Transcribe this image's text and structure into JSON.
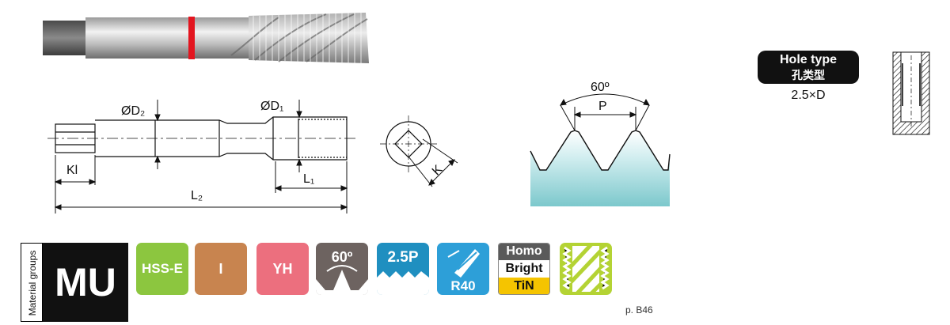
{
  "colors": {
    "hss": "#8cc63f",
    "coating_I": "#c8844f",
    "yh": "#ec6f7e",
    "angle_tile": "#6d6360",
    "pitch_tile": "#1f8fc0",
    "rake_tile": "#2d9fd8",
    "homo_bg": "#5a5a5a",
    "tin_bg": "#f5c400",
    "flute_tile": "#b4d334",
    "red_band": "#e3151f",
    "thread_fill": "#7cc8cc"
  },
  "drawing": {
    "d2_label": "ØD₂",
    "d1_label": "ØD₁",
    "kl_label": "Kl",
    "l1_label": "L₁",
    "l2_label": "L₂",
    "k_label": "K"
  },
  "thread_profile": {
    "angle_label": "60º",
    "pitch_label": "P"
  },
  "hole_type": {
    "title_en": "Hole type",
    "title_cn": "孔类型",
    "value": "2.5×D"
  },
  "material": {
    "caption": "Material groups",
    "code": "MU"
  },
  "tiles": {
    "hss": "HSS-E",
    "coating": "I",
    "tolerance": "YH",
    "angle": "60º",
    "pitch": "2.5P",
    "rake": "R40",
    "homo": "Homo",
    "bright": "Bright",
    "tin": "TiN"
  },
  "page_ref": "p. B46"
}
